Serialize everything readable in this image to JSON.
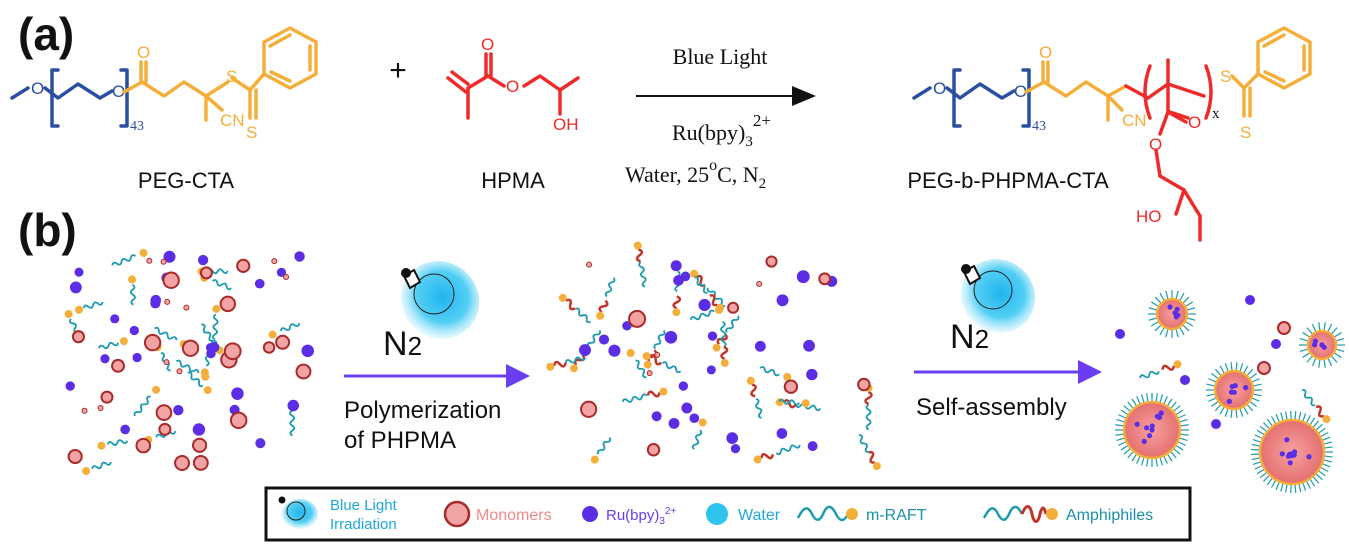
{
  "panel_a": {
    "label": "(a)",
    "plus": "+",
    "reactant1": {
      "name": "PEG-CTA",
      "atom_o1": "O",
      "atom_o2": "O",
      "carbonyl_o": "O",
      "repeat": "43",
      "atom_s": "S",
      "atom_s2": "S",
      "cn": "CN"
    },
    "reactant2": {
      "name": "HPMA",
      "atom_o_carbonyl": "O",
      "atom_o_ester": "O",
      "oh": "OH"
    },
    "conditions": {
      "above": "Blue Light",
      "catalyst_main": "Ru(bpy)",
      "catalyst_sub": "3",
      "catalyst_sup": "2+",
      "solvent_pre": "Water,  25",
      "deg_sup": "o",
      "solvent_c": "C, N",
      "n2_sub": "2"
    },
    "product": {
      "name": "PEG-b-PHPMA-CTA",
      "atom_o1": "O",
      "atom_o2": "O",
      "carbonyl_o": "O",
      "repeat": "43",
      "cn": "CN",
      "atom_s": "S",
      "atom_s2": "S",
      "x": "x",
      "ester_o_carbonyl": "O",
      "ester_o": "O",
      "ho": "HO"
    }
  },
  "panel_b": {
    "label": "(b)",
    "step1_gas": "N",
    "step1_gas_sub": "2",
    "step1_label_1": "Polymerization",
    "step1_label_2": "of PHPMA",
    "step2_gas": "N",
    "step2_gas_sub": "2",
    "step2_label": "Self-assembly"
  },
  "legend": {
    "blue_light_1": "Blue Light",
    "blue_light_2": "Irradiation",
    "monomers": "Monomers",
    "ru_main": "Ru(bpy)",
    "ru_sub": "3",
    "ru_sup": "2+",
    "water": "Water",
    "mraft": "m-RAFT",
    "amphiphiles": "Amphiphiles"
  },
  "colors": {
    "peg_blue": "#2b4fa0",
    "cta_orange": "#f4ae3a",
    "hpma_red": "#ee2a2a",
    "ru_purple": "#5b2ee6",
    "water_cyan": "#2fc4ee",
    "monomer_fill": "#f2a3a3",
    "monomer_edge": "#a82a2a",
    "chain_teal": "#1b9ab0",
    "arrow_purple": "#6a3ef0",
    "text_dark": "#111111",
    "monomer_text": "#f08a8a",
    "ru_text": "#6a3ef0",
    "water_text": "#1fa8d8",
    "teal_text": "#1b8fa6"
  }
}
